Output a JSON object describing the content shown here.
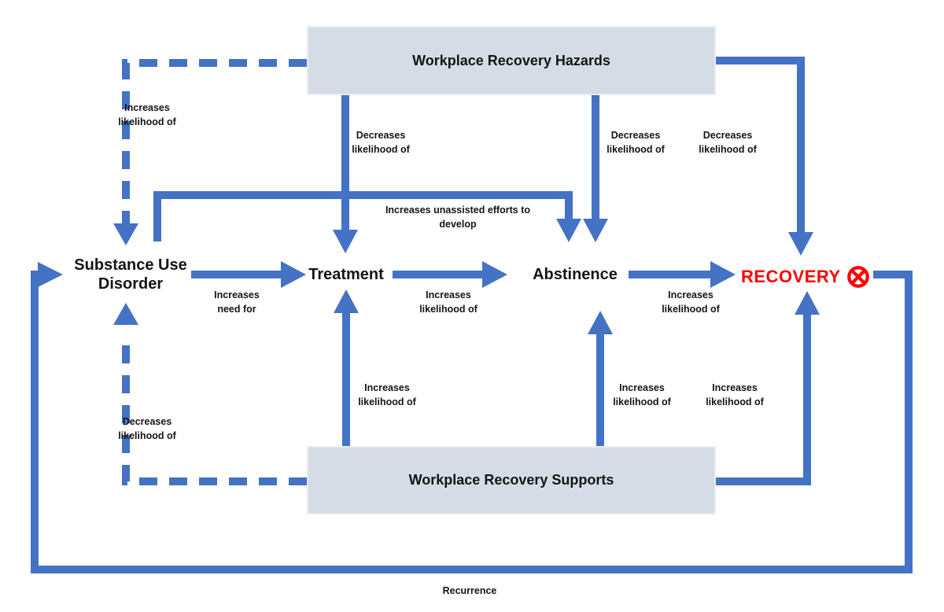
{
  "diagram": {
    "colors": {
      "arrow_blue": "#4472c4",
      "box_fill": "#d6dce5",
      "box_border": "#e9ecf2",
      "recovery_red": "#ff0000",
      "text": "#151515"
    },
    "boxes": {
      "hazards": "Workplace Recovery Hazards",
      "supports": "Workplace Recovery Supports"
    },
    "nodes": {
      "substance_use_disorder": "Substance Use Disorder",
      "treatment": "Treatment",
      "abstinence": "Abstinence",
      "recovery": "RECOVERY"
    },
    "edge_labels": {
      "hazards_to_sud": "Increases likelihood of",
      "hazards_to_treatment": "Decreases likelihood of",
      "hazards_to_abstinence": "Decreases likelihood of",
      "hazards_to_recovery": "Decreases likelihood of",
      "sud_to_treatment": "Increases need for",
      "sud_to_abstinence": "Increases unassisted efforts to develop",
      "treatment_to_abstinence": "Increases likelihood of",
      "abstinence_to_recovery": "Increases likelihood of",
      "supports_to_treatment": "Increases likelihood of",
      "supports_to_abstinence": "Increases likelihood of",
      "supports_to_recovery": "Increases likelihood of",
      "supports_to_sud": "Decreases likelihood of",
      "recurrence": "Recurrence"
    }
  }
}
